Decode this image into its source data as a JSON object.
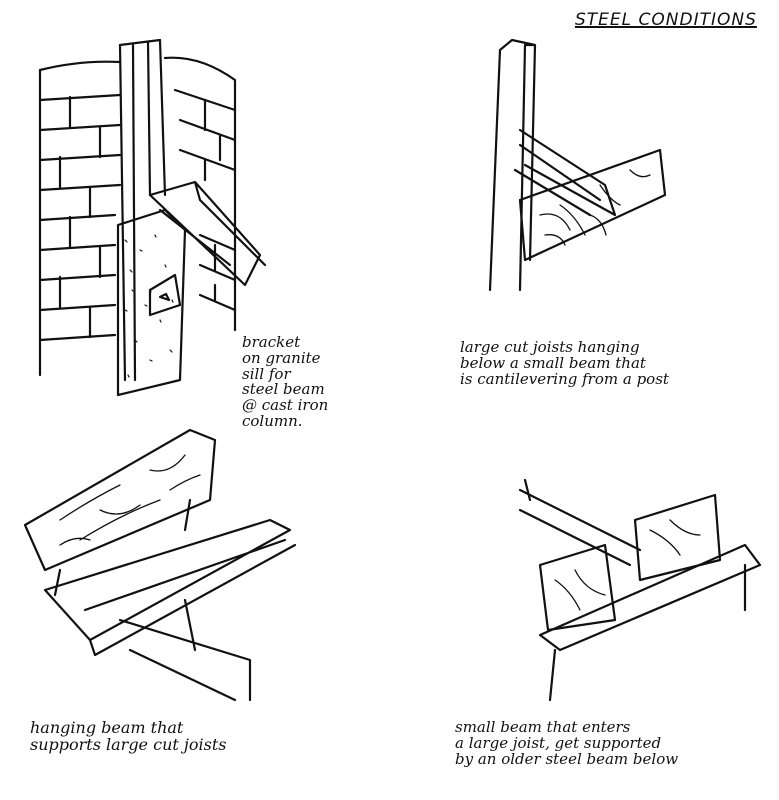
{
  "title": "STEEL CONDITIONS",
  "captions": {
    "top_left": "bracket\non granite\nsill for\nsteel beam\n@ cast iron\ncolumn.",
    "top_right": "large cut joists hanging\nbelow a small beam that\nis cantilevering from a post",
    "bottom_left": "hanging beam that\nsupports large cut joists",
    "bottom_right": "small beam that enters\na large joist, get supported\nby an older steel beam below"
  }
}
